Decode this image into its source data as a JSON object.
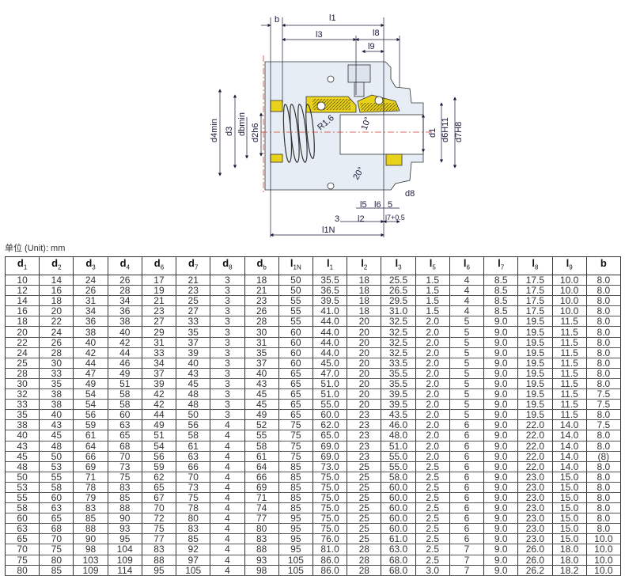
{
  "drawing": {
    "labels": {
      "b": "b",
      "l1": "l1",
      "l3": "l3",
      "l8": "l8",
      "l9": "l9",
      "d4min": "d4min",
      "d3": "d3",
      "dbmin": "dbmin",
      "d2h6": "d2h6",
      "r16": "R1.6",
      "a10": "10°",
      "d1": "d1",
      "d6h11": "d6H11",
      "d7h8": "d7H8",
      "a20": "20°",
      "d8": "d8",
      "l5": "l5",
      "l6": "l6",
      "five": "5",
      "three": "3",
      "l2": "l2",
      "l7": "l7+0.5",
      "l1n": "l1N"
    },
    "colors": {
      "seal": "#e8d21a",
      "housing": "#e6edf5",
      "centerline": "#d04030"
    }
  },
  "unit_label": "单位 (Unit): mm",
  "table": {
    "headers": [
      {
        "main": "d",
        "sub": "1"
      },
      {
        "main": "d",
        "sub": "2"
      },
      {
        "main": "d",
        "sub": "3"
      },
      {
        "main": "d",
        "sub": "4"
      },
      {
        "main": "d",
        "sub": "6"
      },
      {
        "main": "d",
        "sub": "7"
      },
      {
        "main": "d",
        "sub": "8"
      },
      {
        "main": "d",
        "sub": "b"
      },
      {
        "main": "l",
        "sub": "1N"
      },
      {
        "main": "l",
        "sub": "1"
      },
      {
        "main": "l",
        "sub": "2"
      },
      {
        "main": "l",
        "sub": "3"
      },
      {
        "main": "l",
        "sub": "5"
      },
      {
        "main": "l",
        "sub": "6"
      },
      {
        "main": "l",
        "sub": "7"
      },
      {
        "main": "l",
        "sub": "8"
      },
      {
        "main": "l",
        "sub": "9"
      },
      {
        "main": "b",
        "sub": ""
      }
    ],
    "rows": [
      [
        "10",
        "14",
        "24",
        "26",
        "17",
        "21",
        "3",
        "18",
        "50",
        "35.5",
        "18",
        "25.5",
        "1.5",
        "4",
        "8.5",
        "17.5",
        "10.0",
        "8.0"
      ],
      [
        "12",
        "16",
        "26",
        "28",
        "19",
        "23",
        "3",
        "21",
        "50",
        "36.5",
        "18",
        "26.5",
        "1.5",
        "4",
        "8.5",
        "17.5",
        "10.0",
        "8.0"
      ],
      [
        "14",
        "18",
        "31",
        "34",
        "21",
        "25",
        "3",
        "23",
        "55",
        "39.5",
        "18",
        "29.5",
        "1.5",
        "4",
        "8.5",
        "17.5",
        "10.0",
        "8.0"
      ],
      [
        "16",
        "20",
        "34",
        "36",
        "23",
        "27",
        "3",
        "26",
        "55",
        "41.0",
        "18",
        "31.0",
        "1.5",
        "4",
        "8.5",
        "17.5",
        "10.0",
        "8.0"
      ],
      [
        "18",
        "22",
        "36",
        "38",
        "27",
        "33",
        "3",
        "28",
        "55",
        "44.0",
        "20",
        "32.5",
        "2.0",
        "5",
        "9.0",
        "19.5",
        "11.5",
        "8.0"
      ],
      [
        "20",
        "24",
        "38",
        "40",
        "29",
        "35",
        "3",
        "30",
        "60",
        "44.0",
        "20",
        "32.5",
        "2.0",
        "5",
        "9.0",
        "19.5",
        "11.5",
        "8.0"
      ],
      [
        "22",
        "26",
        "40",
        "42",
        "31",
        "37",
        "3",
        "31",
        "60",
        "44.0",
        "20",
        "32.5",
        "2.0",
        "5",
        "9.0",
        "19.5",
        "11.5",
        "8.0"
      ],
      [
        "24",
        "28",
        "42",
        "44",
        "33",
        "39",
        "3",
        "35",
        "60",
        "44.0",
        "20",
        "32.5",
        "2.0",
        "5",
        "9.0",
        "19.5",
        "11.5",
        "8.0"
      ],
      [
        "25",
        "30",
        "44",
        "46",
        "34",
        "40",
        "3",
        "37",
        "60",
        "45.0",
        "20",
        "33.5",
        "2.0",
        "5",
        "9.0",
        "19.5",
        "11.5",
        "8.0"
      ],
      [
        "28",
        "33",
        "47",
        "49",
        "37",
        "43",
        "3",
        "40",
        "65",
        "47.0",
        "20",
        "35.5",
        "2.0",
        "5",
        "9.0",
        "19.5",
        "11.5",
        "8.0"
      ],
      [
        "30",
        "35",
        "49",
        "51",
        "39",
        "45",
        "3",
        "43",
        "65",
        "51.0",
        "20",
        "35.5",
        "2.0",
        "5",
        "9.0",
        "19.5",
        "11.5",
        "8.0"
      ],
      [
        "32",
        "38",
        "54",
        "58",
        "42",
        "48",
        "3",
        "45",
        "65",
        "51.0",
        "20",
        "39.5",
        "2.0",
        "5",
        "9.0",
        "19.5",
        "11.5",
        "7.5"
      ],
      [
        "33",
        "38",
        "54",
        "58",
        "42",
        "48",
        "3",
        "45",
        "65",
        "55.0",
        "20",
        "39.5",
        "2.0",
        "5",
        "9.0",
        "19.5",
        "11.5",
        "7.5"
      ],
      [
        "35",
        "40",
        "56",
        "60",
        "44",
        "50",
        "3",
        "49",
        "65",
        "60.0",
        "23",
        "43.5",
        "2.0",
        "5",
        "9.0",
        "19.5",
        "11.5",
        "8.0"
      ],
      [
        "38",
        "43",
        "59",
        "63",
        "49",
        "56",
        "4",
        "52",
        "75",
        "62.0",
        "23",
        "46.0",
        "2.0",
        "6",
        "9.0",
        "22.0",
        "14.0",
        "7.5"
      ],
      [
        "40",
        "45",
        "61",
        "65",
        "51",
        "58",
        "4",
        "55",
        "75",
        "65.0",
        "23",
        "48.0",
        "2.0",
        "6",
        "9.0",
        "22.0",
        "14.0",
        "8.0"
      ],
      [
        "43",
        "48",
        "64",
        "68",
        "54",
        "61",
        "4",
        "58",
        "75",
        "69.0",
        "23",
        "51.0",
        "2.0",
        "6",
        "9.0",
        "22.0",
        "14.0",
        "8.0"
      ],
      [
        "45",
        "50",
        "66",
        "70",
        "56",
        "63",
        "4",
        "61",
        "75",
        "69.0",
        "23",
        "55.0",
        "2.0",
        "6",
        "9.0",
        "22.0",
        "14.0",
        "(8)"
      ],
      [
        "48",
        "53",
        "69",
        "73",
        "59",
        "66",
        "4",
        "64",
        "85",
        "73.0",
        "25",
        "55.0",
        "2.5",
        "6",
        "9.0",
        "22.0",
        "14.0",
        "8.0"
      ],
      [
        "50",
        "55",
        "71",
        "75",
        "62",
        "70",
        "4",
        "66",
        "85",
        "75.0",
        "25",
        "58.0",
        "2.5",
        "6",
        "9.0",
        "23.0",
        "15.0",
        "8.0"
      ],
      [
        "53",
        "58",
        "78",
        "83",
        "65",
        "73",
        "4",
        "69",
        "85",
        "75.0",
        "25",
        "60.0",
        "2.5",
        "6",
        "9.0",
        "23.0",
        "15.0",
        "8.0"
      ],
      [
        "55",
        "60",
        "79",
        "85",
        "67",
        "75",
        "4",
        "71",
        "85",
        "75.0",
        "25",
        "60.0",
        "2.5",
        "6",
        "9.0",
        "23.0",
        "15.0",
        "8.0"
      ],
      [
        "58",
        "63",
        "83",
        "88",
        "70",
        "78",
        "4",
        "74",
        "85",
        "75.0",
        "25",
        "60.0",
        "2.5",
        "6",
        "9.0",
        "23.0",
        "15.0",
        "8.0"
      ],
      [
        "60",
        "65",
        "85",
        "90",
        "72",
        "80",
        "4",
        "77",
        "95",
        "75.0",
        "25",
        "60.0",
        "2.5",
        "6",
        "9.0",
        "23.0",
        "15.0",
        "8.0"
      ],
      [
        "63",
        "68",
        "88",
        "93",
        "75",
        "83",
        "4",
        "80",
        "95",
        "75.0",
        "25",
        "60.0",
        "2.5",
        "6",
        "9.0",
        "23.0",
        "15.0",
        "8.0"
      ],
      [
        "65",
        "70",
        "90",
        "95",
        "77",
        "85",
        "4",
        "83",
        "95",
        "76.0",
        "25",
        "61.0",
        "2.5",
        "6",
        "9.0",
        "23.0",
        "15.0",
        "10.0"
      ],
      [
        "70",
        "75",
        "98",
        "104",
        "83",
        "92",
        "4",
        "88",
        "95",
        "81.0",
        "28",
        "63.0",
        "2.5",
        "7",
        "9.0",
        "26.0",
        "18.0",
        "10.0"
      ],
      [
        "75",
        "80",
        "103",
        "109",
        "88",
        "97",
        "4",
        "93",
        "105",
        "86.0",
        "28",
        "68.0",
        "2.5",
        "7",
        "9.0",
        "26.0",
        "18.0",
        "10.0"
      ],
      [
        "80",
        "85",
        "109",
        "114",
        "95",
        "105",
        "4",
        "98",
        "105",
        "86.0",
        "28",
        "68.0",
        "3.0",
        "7",
        "9.0",
        "26.2",
        "18.2",
        "10.0"
      ]
    ]
  }
}
